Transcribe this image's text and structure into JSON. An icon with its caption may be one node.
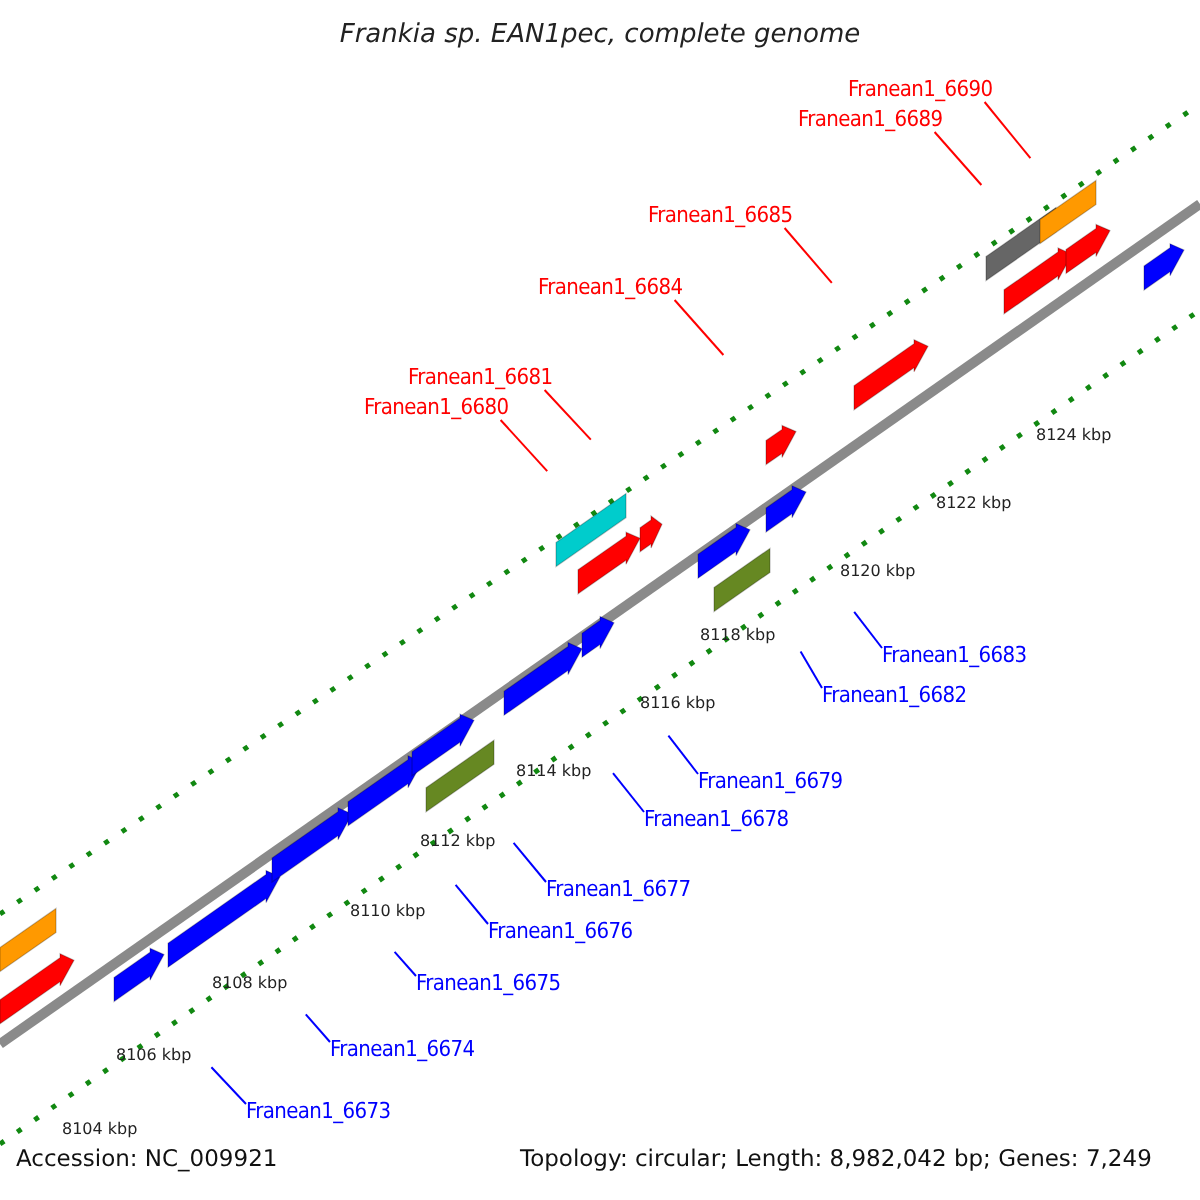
{
  "diagram": {
    "title": "Frankia sp. EAN1pec, complete genome",
    "nodes": [
      {
        "text": [
          "Franean1_6690"
        ]
      },
      {
        "text": [
          "Franean1_6689"
        ]
      },
      {
        "text": [
          "Franean1_6685"
        ]
      },
      {
        "text": [
          "Franean1_6684"
        ]
      },
      {
        "text": [
          "Franean1_6681"
        ]
      },
      {
        "text": [
          "Franean1_6680"
        ]
      },
      {
        "text": [
          "Franean1_6683"
        ]
      },
      {
        "text": [
          "Franean1_6682"
        ]
      },
      {
        "text": [
          "Franean1_6679"
        ]
      },
      {
        "text": [
          "Franean1_6678"
        ]
      },
      {
        "text": [
          "Franean1_6677"
        ]
      },
      {
        "text": [
          "Franean1_6676"
        ]
      },
      {
        "text": [
          "Franean1_6675"
        ]
      },
      {
        "text": [
          "Franean1_6674"
        ]
      },
      {
        "text": [
          "Franean1_6673"
        ]
      }
    ],
    "edges": [
      {
        "from": 0,
        "to": null,
        "arrow": "none",
        "color": "#ff0000"
      },
      {
        "from": 1,
        "to": null,
        "arrow": "none",
        "color": "#ff0000"
      },
      {
        "from": 2,
        "to": null,
        "arrow": "none",
        "color": "#ff0000"
      },
      {
        "from": 3,
        "to": null,
        "arrow": "none",
        "color": "#ff0000"
      },
      {
        "from": 4,
        "to": null,
        "arrow": "none",
        "color": "#ff0000"
      },
      {
        "from": 5,
        "to": null,
        "arrow": "none",
        "color": "#ff0000"
      },
      {
        "from": 6,
        "to": null,
        "arrow": "none",
        "color": "#0000ff"
      },
      {
        "from": 7,
        "to": null,
        "arrow": "none",
        "color": "#0000ff"
      },
      {
        "from": 8,
        "to": null,
        "arrow": "none",
        "color": "#0000ff"
      },
      {
        "from": 9,
        "to": null,
        "arrow": "none",
        "color": "#0000ff"
      },
      {
        "from": 10,
        "to": null,
        "arrow": "none",
        "color": "#0000ff"
      },
      {
        "from": 11,
        "to": null,
        "arrow": "none",
        "color": "#0000ff"
      },
      {
        "from": 12,
        "to": null,
        "arrow": "none",
        "color": "#0000ff"
      },
      {
        "from": 13,
        "to": null,
        "arrow": "none",
        "color": "#0000ff"
      },
      {
        "from": 14,
        "to": null,
        "arrow": "none",
        "color": "#0000ff"
      }
    ],
    "labels": [
      "8124 kbp",
      "8122 kbp",
      "8120 kbp",
      "8118 kbp",
      "8116 kbp",
      "8114 kbp",
      "8112 kbp",
      "8110 kbp",
      "8108 kbp",
      "8106 kbp",
      "8104 kbp",
      "Accession: NC_009921",
      "Topology: circular; Length: 8,982,042 bp; Genes: 7,249"
    ]
  }
}
